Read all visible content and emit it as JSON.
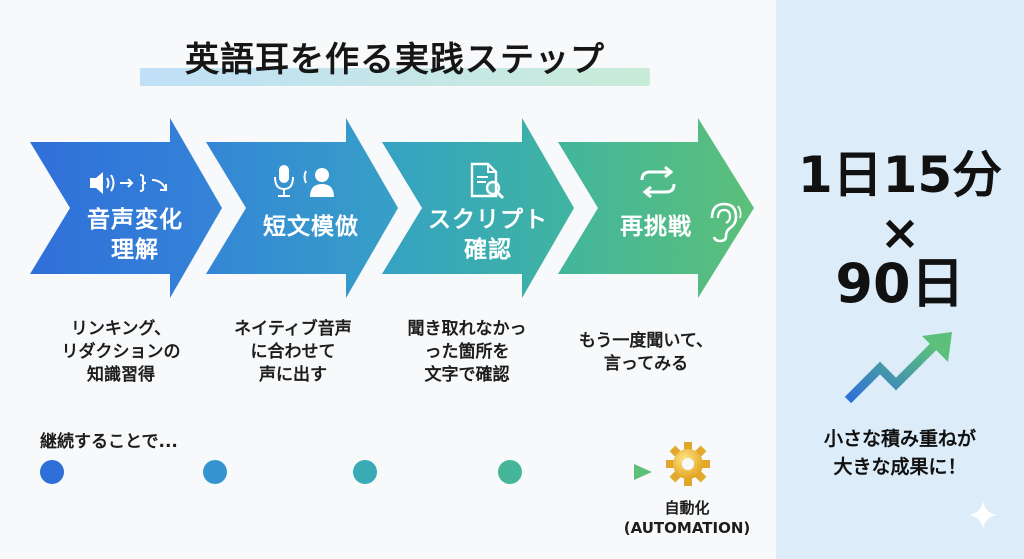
{
  "title": "英語耳を作る実践ステップ",
  "steps": [
    {
      "label": "音声変化\n理解",
      "icon": "sound-change-icon",
      "description": "リンキング、\nリダクションの\n知識習得"
    },
    {
      "label": "短文模倣",
      "icon": "microphone-person-icon",
      "description": "ネイティブ音声\nに合わせて\n声に出す"
    },
    {
      "label": "スクリプト\n確認",
      "icon": "document-search-icon",
      "description": "聞き取れなかっ\nった箇所を\n文字で確認"
    },
    {
      "label": "再挑戦",
      "icon": "repeat-ear-icon",
      "description": "もう一度聞いて、\n言ってみる"
    }
  ],
  "timeline": {
    "label": "継続することで...",
    "goal": "自動化\n(AUTOMATION)",
    "goal_icon": "gear-icon"
  },
  "summary": {
    "line1": "1日15分",
    "line2": "×",
    "line3": "90日",
    "caption": "小さな積み重ねが\n大きな成果に！",
    "icon": "growth-arrow-icon"
  },
  "colors": {
    "arrow_start": "#2f6fd9",
    "arrow_end": "#5cc07a",
    "right_panel": "#dcecf8"
  }
}
